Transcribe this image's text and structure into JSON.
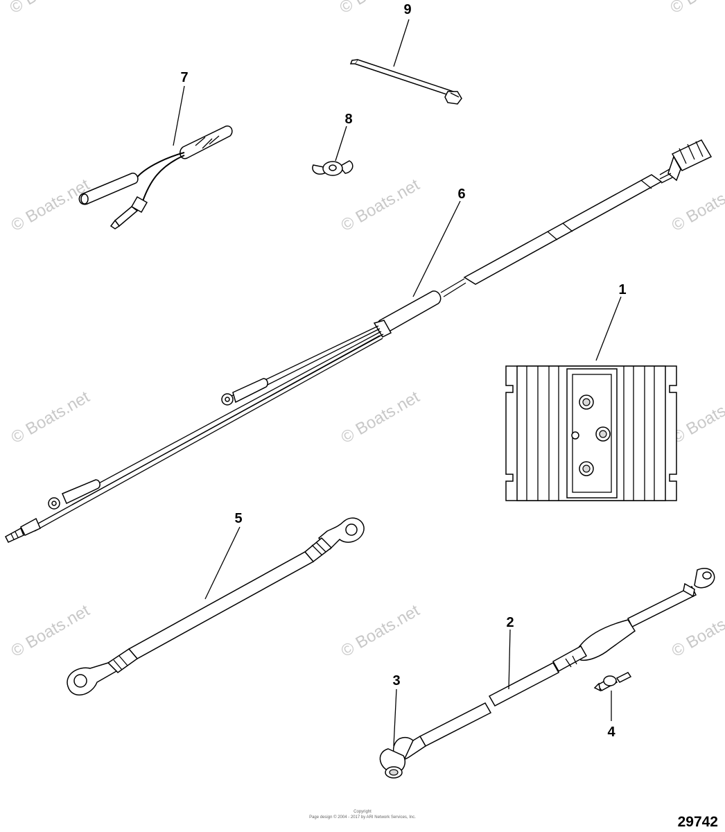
{
  "watermark": "© Boats.net",
  "drawing_number": "29742",
  "footer": {
    "line1": "Copyright",
    "line2": "Page design © 2004 - 2017 by ARI Network Services, Inc."
  },
  "callouts": {
    "c1": "1",
    "c2": "2",
    "c3": "3",
    "c4": "4",
    "c5": "5",
    "c6": "6",
    "c7": "7",
    "c8": "8",
    "c9": "9"
  }
}
